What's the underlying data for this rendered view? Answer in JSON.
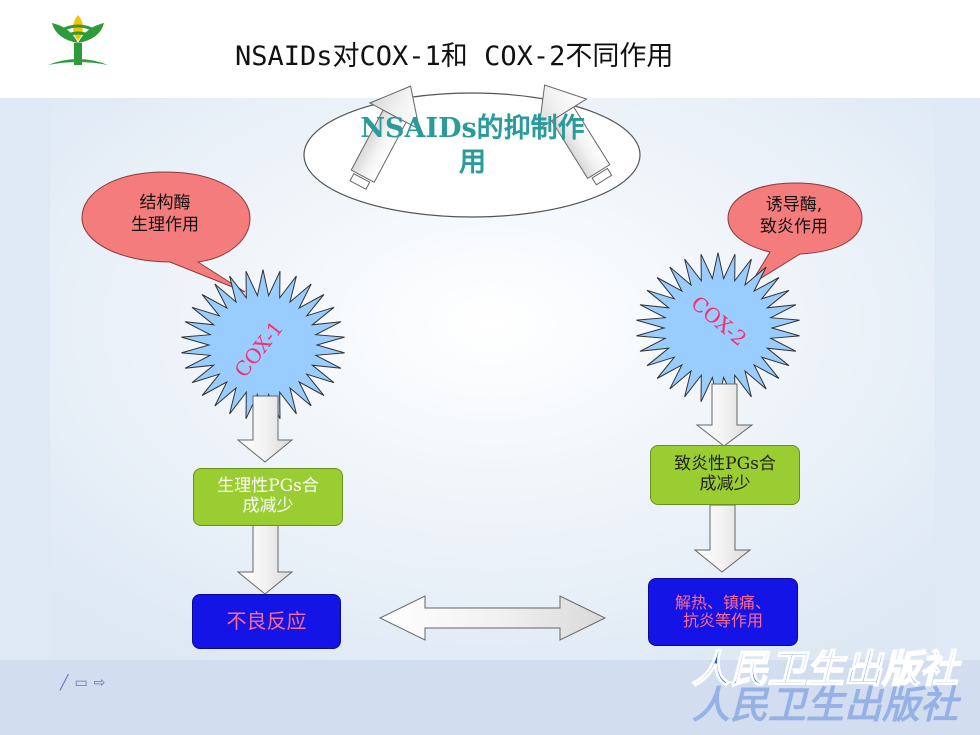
{
  "title": "NSAIDs对COX-1和 COX-2不同作用",
  "diagram": {
    "center_node": "NSAIDs的抑制作用",
    "callout_left": [
      "结构酶",
      "生理作用"
    ],
    "callout_right": [
      "诱导酶,",
      "致炎作用"
    ],
    "cox1": "COX-1",
    "cox2": "COX-2",
    "left_result": [
      "生理性PGs合",
      "成减少"
    ],
    "right_result": [
      "致炎性PGs合",
      "成减少"
    ],
    "left_effect": "不良反应",
    "right_effect": [
      "解热、镇痛、",
      "抗炎等作用"
    ]
  },
  "footer": {
    "publisher": "人民卫生出版社",
    "nav_icons": [
      "pen-icon",
      "menu-icon",
      "arrow-icon"
    ]
  },
  "colors": {
    "callout": "#f47c7c",
    "result_box": "#9acd32",
    "effect_box": "#1414e6",
    "star": "#99ccff",
    "cox_text": "#ff2a6a",
    "publisher": "#2a5fd6"
  }
}
